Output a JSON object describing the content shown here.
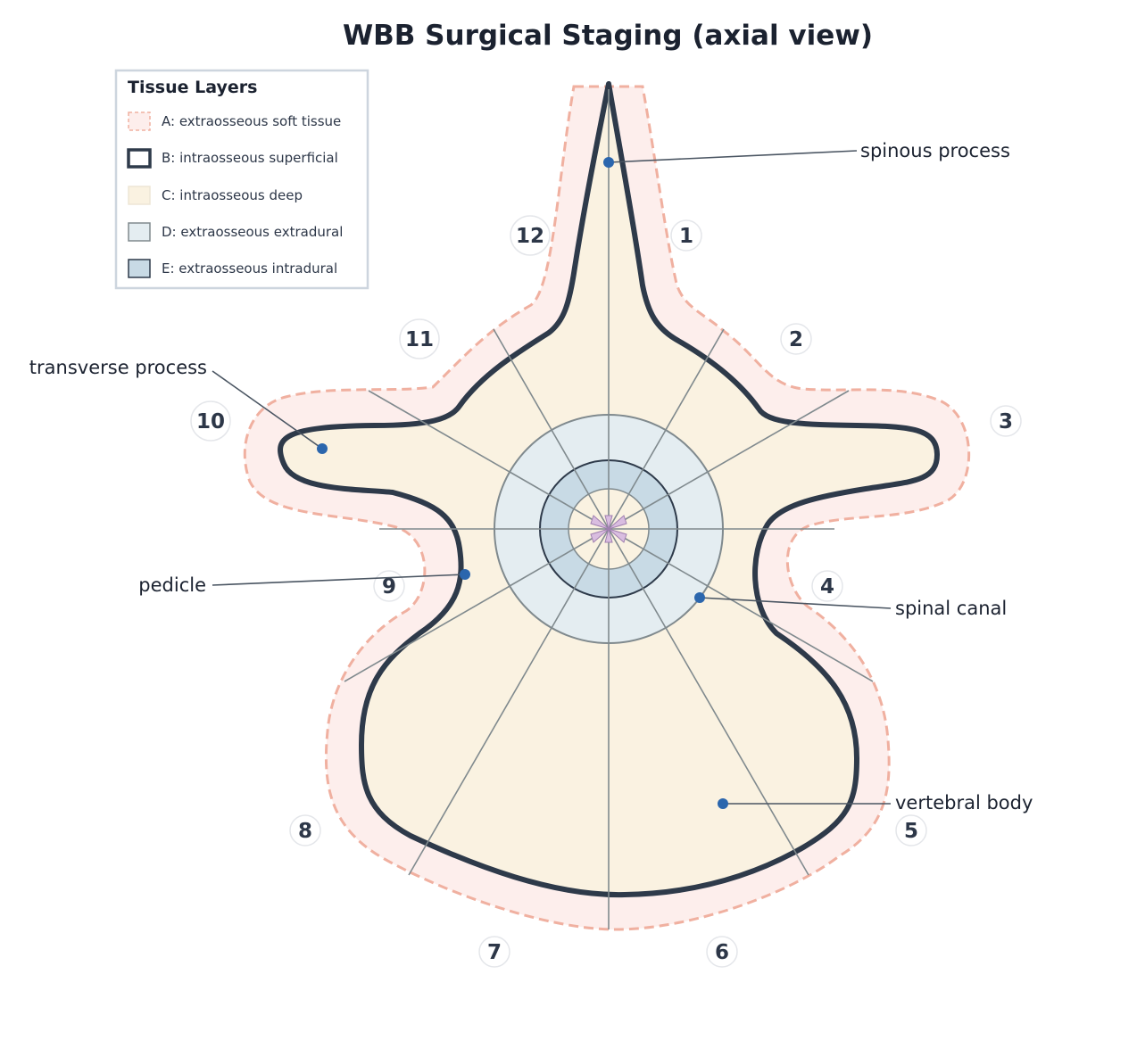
{
  "title": "WBB Surgical Staging (axial view)",
  "legend": {
    "title": "Tissue Layers",
    "items": [
      {
        "key": "A",
        "label": "A: extraosseous soft tissue"
      },
      {
        "key": "B",
        "label": "B: intraosseous superficial"
      },
      {
        "key": "C",
        "label": "C: intraosseous deep"
      },
      {
        "key": "D",
        "label": "D: extraosseous extradural"
      },
      {
        "key": "E",
        "label": "E: extraosseous intradural"
      }
    ]
  },
  "sectors": [
    "1",
    "2",
    "3",
    "4",
    "5",
    "6",
    "7",
    "8",
    "9",
    "10",
    "11",
    "12"
  ],
  "callouts": {
    "spinous": "spinous process",
    "transverse": "transverse process",
    "pedicle": "pedicle",
    "canal": "spinal canal",
    "body": "vertebral body"
  },
  "colors": {
    "soft_tissue_fill": "#fdeeec",
    "soft_tissue_stroke": "#f0b0a0",
    "bone_fill": "#faf2e1",
    "bone_stroke": "#2e3a4a",
    "extradural_fill": "#e4edf1",
    "intradural_fill": "#c8dae5",
    "marker": "#2b66ad"
  }
}
